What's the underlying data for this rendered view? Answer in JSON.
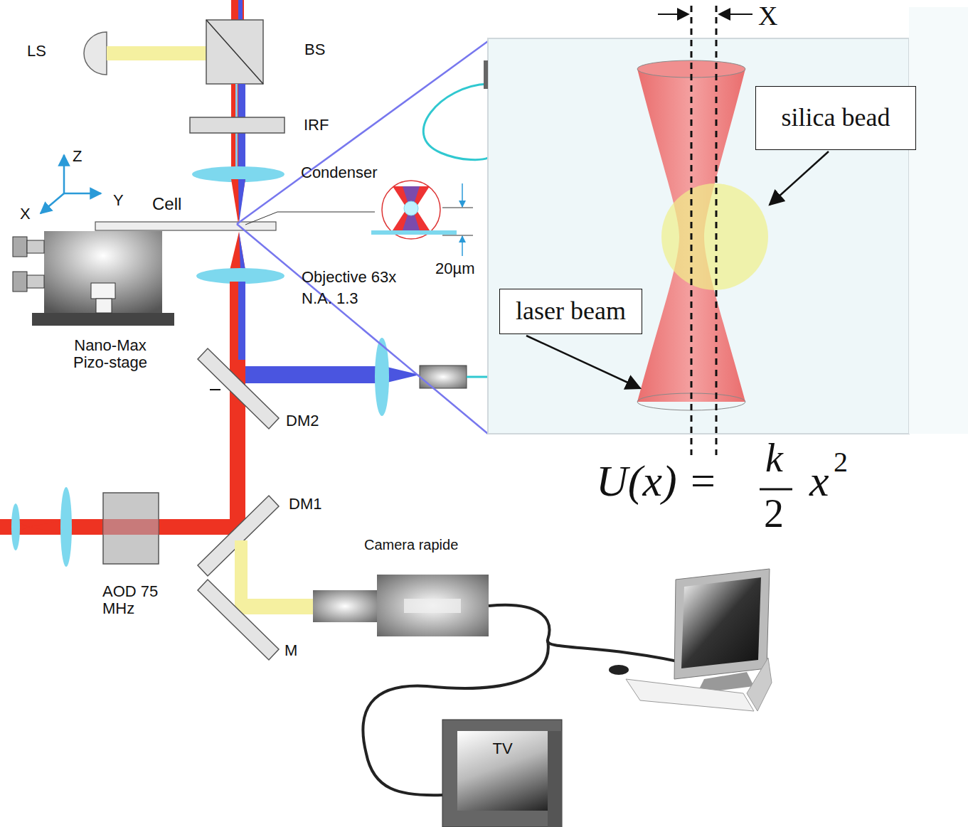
{
  "diagram": {
    "nodes": [
      {
        "text": [
          "silica bead"
        ]
      },
      {
        "text": [
          "laser beam"
        ]
      },
      {
        "text": [
          "TV"
        ]
      }
    ],
    "labels": [
      "LS",
      "BS",
      "IRF",
      "Condenser",
      "Z",
      "Y",
      "X",
      "Cell",
      "20µm",
      "Objective 63x",
      "N.A. 1.3",
      "Nano-Max Pizo-stage",
      "DM2",
      "DM1",
      "M",
      "AOD 75 MHz",
      "Camera rapide",
      "X",
      "U(x) =",
      "k",
      "2",
      "x",
      "2"
    ]
  }
}
